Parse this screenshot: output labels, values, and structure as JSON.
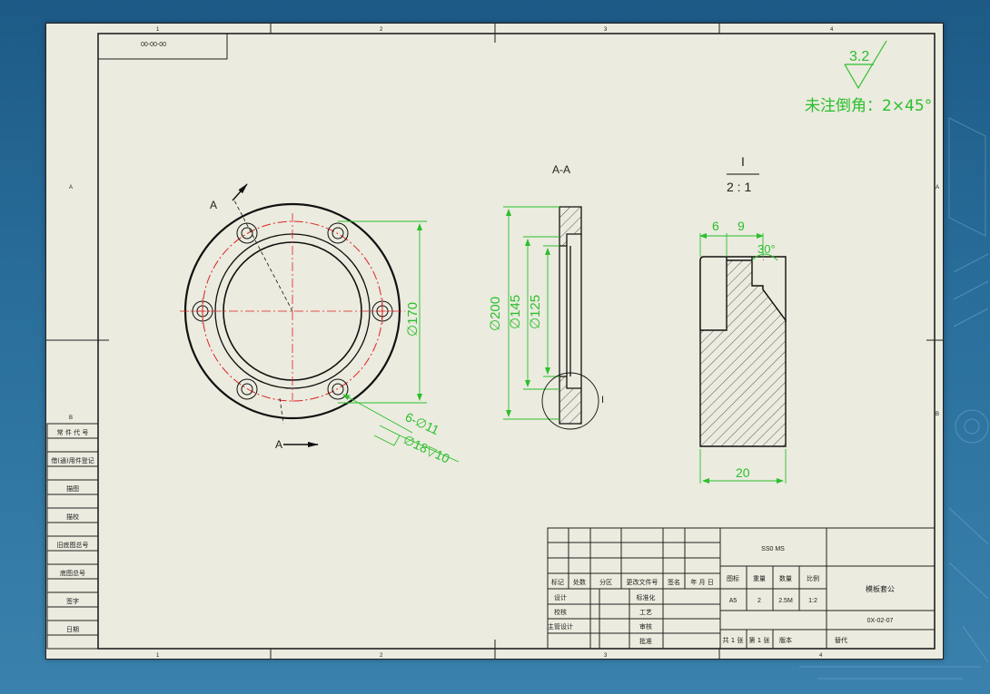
{
  "zone_labels": {
    "top": [
      "1",
      "2",
      "3",
      "4"
    ],
    "bottom": [
      "1",
      "2",
      "3",
      "4"
    ],
    "left": [
      "A",
      "B"
    ],
    "right": [
      "A",
      "B"
    ]
  },
  "corner_code": "00-00-00",
  "roughness": {
    "value": "3.2"
  },
  "chamfer_note": "未注倒角：2×45°",
  "section_title": "A-A",
  "detail_scale": {
    "label": "I",
    "ratio": "2 : 1"
  },
  "front_view": {
    "section_label_top": "A",
    "section_label_bottom": "A",
    "dim_pcd": "∅170",
    "hole_callout_1": "6-∅11",
    "hole_callout_2": "∅18▽10"
  },
  "section_view": {
    "dim_outer": "∅200",
    "dim_mid": "∅145",
    "dim_inner": "∅125",
    "detail_marker": "I"
  },
  "detail_view": {
    "dim_a": "6",
    "dim_b": "9",
    "dim_angle": "30°",
    "dim_width": "20"
  },
  "left_table": {
    "rows": [
      "常 件 代 号",
      "借(通)用件登记",
      "描图",
      "描校",
      "旧底图总号",
      "底图总号",
      "签字",
      "日期"
    ]
  },
  "title_block": {
    "material": "SS0 MS",
    "revision_headers": [
      "标记",
      "处数",
      "分区",
      "更改文件号",
      "签名",
      "年 月 日"
    ],
    "role_rows": [
      "设计",
      "校核",
      "主管设计"
    ],
    "role_rows_right": [
      "标准化",
      "工艺",
      "审核",
      "批准"
    ],
    "stage_headers": [
      "图标",
      "重量",
      "数量",
      "比例"
    ],
    "stage_values": [
      "A5",
      "2",
      "2.5M",
      "1:2"
    ],
    "part_name": "模板套公",
    "drawing_number": "0X-02-07",
    "sheet_info": [
      "共 1 张",
      "第 1 张",
      "版本"
    ],
    "replace_label": "替代"
  }
}
